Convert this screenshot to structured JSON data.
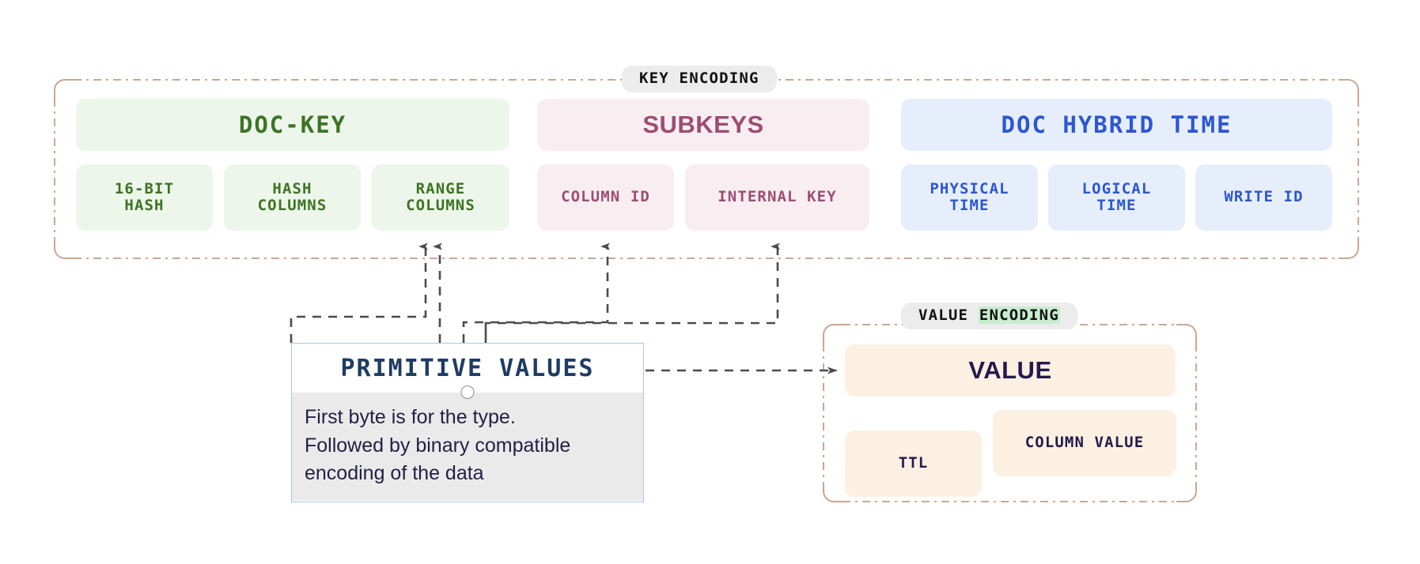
{
  "key_encoding": {
    "title": "KEY ENCODING",
    "sections": [
      {
        "name": "doc-key",
        "header": "DOC-KEY",
        "children": [
          {
            "label": "16-BIT\nHASH",
            "line1": "16-BIT",
            "line2": "HASH"
          },
          {
            "label": "HASH\nCOLUMNS",
            "line1": "HASH",
            "line2": "COLUMNS"
          },
          {
            "label": "RANGE\nCOLUMNS",
            "line1": "RANGE",
            "line2": "COLUMNS"
          }
        ]
      },
      {
        "name": "subkeys",
        "header": "SUBKEYS",
        "children": [
          {
            "label": "COLUMN ID",
            "line1": "COLUMN ID",
            "line2": ""
          },
          {
            "label": "INTERNAL KEY",
            "line1": "INTERNAL KEY",
            "line2": ""
          }
        ]
      },
      {
        "name": "doc-hybrid-time",
        "header": "DOC HYBRID TIME",
        "children": [
          {
            "label": "PHYSICAL\nTIME",
            "line1": "PHYSICAL",
            "line2": "TIME"
          },
          {
            "label": "LOGICAL\nTIME",
            "line1": "LOGICAL",
            "line2": "TIME"
          },
          {
            "label": "WRITE ID",
            "line1": "WRITE ID",
            "line2": ""
          }
        ]
      }
    ]
  },
  "value_encoding": {
    "title_plain": "VALUE ",
    "title_highlight": "ENCODING",
    "header": "VALUE",
    "children": [
      {
        "label": "TTL"
      },
      {
        "label": "COLUMN VALUE"
      }
    ]
  },
  "primitive_values": {
    "header": "PRIMITIVE VALUES",
    "body_line1": "First byte is for the type.",
    "body_line2": "Followed by binary compatible",
    "body_line3": "encoding of the data"
  },
  "colors": {
    "green_bg": "#edf6ea",
    "green_fg": "#3d7324",
    "pink_bg": "#f8eef1",
    "pink_fg": "#9e4c72",
    "blue_bg": "#e7eefb",
    "blue_fg": "#2c56d3",
    "cream_bg": "#fbf0e2",
    "cream_fg": "#251a4d",
    "group_border": "#c8a893",
    "connector": "#4a4a52",
    "note_border": "#a8c6e6",
    "note_body_bg": "#eaeaea",
    "highlight": "#c7edcd"
  }
}
